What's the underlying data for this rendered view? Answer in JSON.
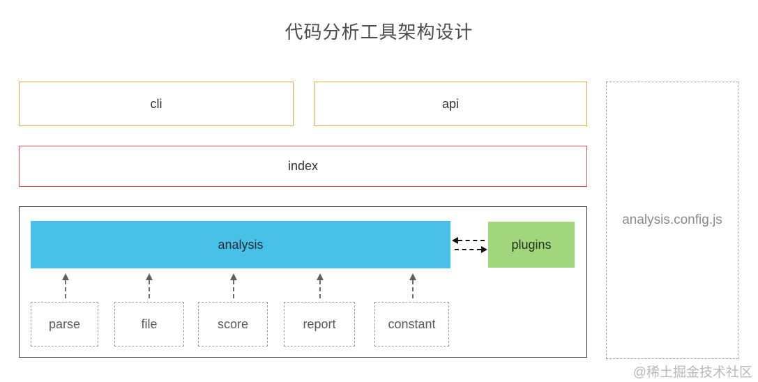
{
  "title": "代码分析工具架构设计",
  "watermark": "@稀土掘金技术社区",
  "diagram": {
    "top_row": {
      "cli": "cli",
      "api": "api"
    },
    "index_label": "index",
    "core": {
      "analysis": "analysis",
      "plugins": "plugins"
    },
    "modules": [
      {
        "label": "parse"
      },
      {
        "label": "file"
      },
      {
        "label": "score"
      },
      {
        "label": "report"
      },
      {
        "label": "constant"
      }
    ],
    "config": "analysis.config.js"
  },
  "colors": {
    "orange_border": "#EAA63F",
    "red_border": "#E04F4F",
    "container_border": "#2F2F2F",
    "analysis_fill": "#49C0E8",
    "plugins_fill": "#A1D67C",
    "dashed_border": "#999999",
    "arrow_dark": "#111111",
    "arrow_gray": "#5F5F5F",
    "title_text": "#4C4C4C",
    "config_text": "#8A8A8A",
    "watermark_text": "#B9B9B9"
  }
}
